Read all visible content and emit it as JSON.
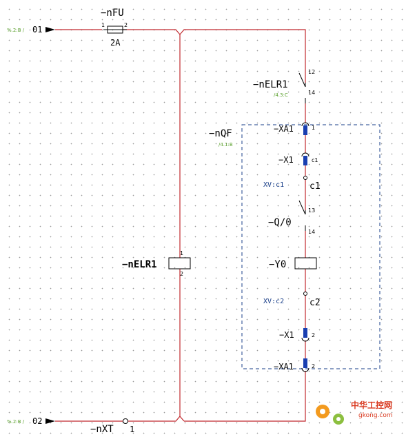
{
  "inputs": {
    "top": {
      "ref": "%.2:B /",
      "signal": "01"
    },
    "bottom": {
      "ref": "%.2:B /",
      "signal": "02"
    }
  },
  "fuse": {
    "tag": "−nFU",
    "pin1": "1",
    "pin2": "2",
    "rating": "2A"
  },
  "relay_contact": {
    "tag": "−nELR1",
    "ref": "/4.3:C",
    "pin_top": "12",
    "pin_bottom": "14"
  },
  "relay_coil": {
    "tag": "−nELR1",
    "pin_top": "1",
    "pin_bottom": "2"
  },
  "breaker": {
    "tag": "−nQF",
    "ref": "/4.1:B"
  },
  "xa1_top": {
    "tag": "−XA1",
    "pin": "1"
  },
  "x1_top": {
    "tag": "−X1",
    "pin": "c1"
  },
  "xv_c1": {
    "tag": "XV:c1",
    "label": "c1"
  },
  "switch_q0": {
    "tag": "−Q/0",
    "pin_top": "13",
    "pin_bottom": "14"
  },
  "coil_y0": {
    "tag": "−Y0"
  },
  "xv_c2": {
    "tag": "XV:c2",
    "label": "c2"
  },
  "x1_bottom": {
    "tag": "−X1",
    "pin": "2"
  },
  "xa1_bottom": {
    "tag": "−XA1",
    "pin": "2"
  },
  "terminal_nxt": {
    "tag": "−nXT",
    "pin": "1"
  },
  "watermark": {
    "brand": "中华工控网",
    "url": "gkong.com"
  },
  "colors": {
    "wire": "#c0282d",
    "device": "#000000",
    "frame": "#1a3f8a",
    "terminal": "#1a3fb0",
    "ref": "#5aa02c"
  }
}
